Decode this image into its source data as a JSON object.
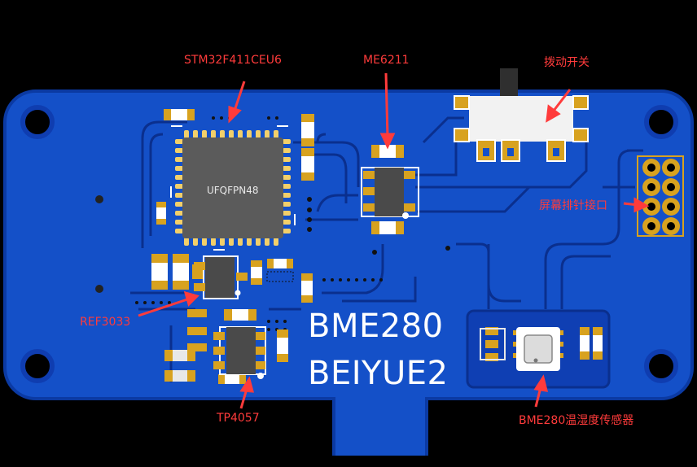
{
  "labels": {
    "mcu": "STM32F411CEU6",
    "ldo": "ME6211",
    "switch": "拨动开关",
    "header": "屏幕排针接口",
    "ref": "REF3033",
    "charger": "TP4057",
    "sensor": "BME280温湿度传感器"
  },
  "silkscreen": {
    "line1": "BME280",
    "line2": "BEIYUE2",
    "package": "UFQFPN48"
  },
  "colors": {
    "background": "#000000",
    "board": "#1450c8",
    "board_edge": "#0b3aa3",
    "trace": "#0a2f8e",
    "pad": "#d8a21f",
    "callout": "#ff3b3b"
  }
}
